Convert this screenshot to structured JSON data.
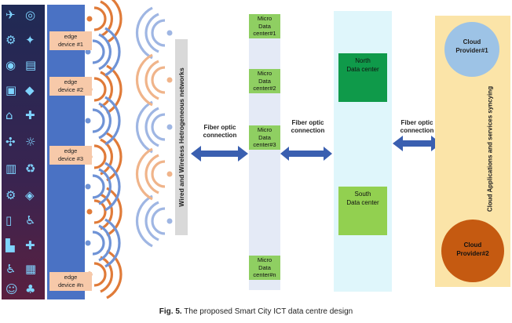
{
  "devices": {
    "labels": [
      "edge\ndevice #1",
      "edge\ndevice #2",
      "edge\ndevice #3",
      "edge\ndevice #n"
    ]
  },
  "network": {
    "label": "Wired and Wireless Hetrogeneous networks"
  },
  "connections": {
    "left": "Fiber optic\nconnection",
    "middle": "Fiber optic\nconnection",
    "right": "Fiber optic\nconnection"
  },
  "micro_dcs": [
    "Micro\nData\ncenter#1",
    "Micro\nData\ncenter#2",
    "Micro\nData\ncenter#3",
    "Micro\nData\ncenter#n"
  ],
  "data_centers": {
    "north": "North\nData center",
    "south": "South\nData center"
  },
  "cloud": {
    "provider1": "Cloud\nProvider#1",
    "provider2": "Cloud\nProvider#2",
    "sync_label": "Cloud Applications and services syncying"
  },
  "caption": {
    "prefix": "Fig. 5.",
    "text": " The proposed Smart City ICT data centre design"
  },
  "colors": {
    "device_blue": "#4a72c4",
    "wave_orange": "#e07b39",
    "wave_blue": "#6f93d6",
    "arrow_blue": "#3a5fb0",
    "north_green": "#0f9a4a",
    "south_green": "#92d050",
    "micro_green": "#8fcf62",
    "cloud_blue": "#9dc3e6",
    "cloud_orange": "#c55a11"
  },
  "icons": [
    "plane-icon",
    "globe-icon",
    "bike-icon",
    "satellite-icon",
    "robot-icon",
    "building-icon",
    "car-icon",
    "shield-icon",
    "house-icon",
    "medical-icon",
    "network-icon",
    "sun-icon",
    "screen-icon",
    "recycle-icon",
    "gear-icon",
    "ticket-icon",
    "door-icon",
    "walker-icon",
    "factory-icon",
    "hospital-icon",
    "wheelchair-icon",
    "bank-icon",
    "person-icon",
    "tree-icon"
  ]
}
